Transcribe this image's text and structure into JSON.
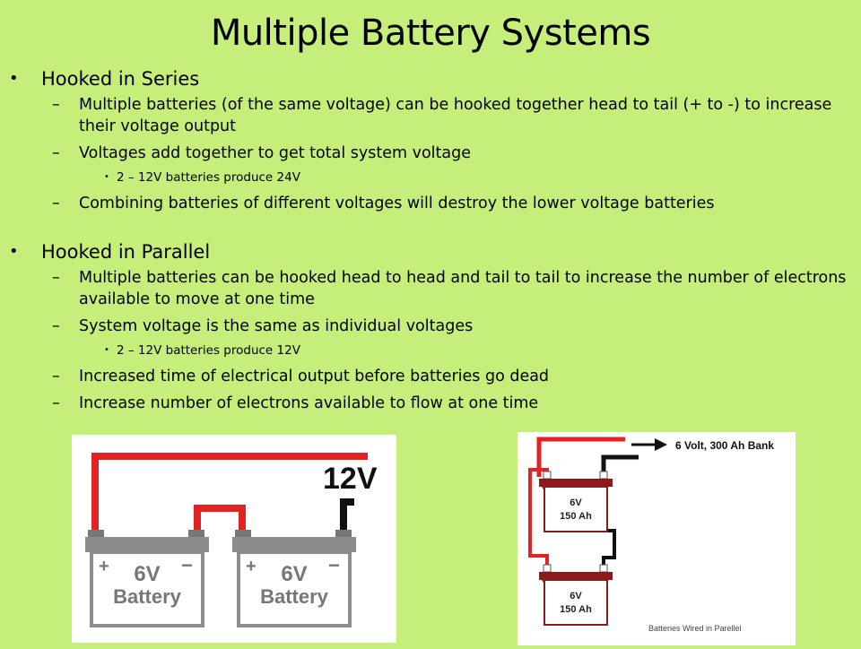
{
  "slide": {
    "title": "Multiple Battery Systems"
  },
  "series": {
    "heading": "Hooked in Series",
    "items": [
      "Multiple batteries (of the same voltage) can be hooked together head to tail (+ to -) to increase their voltage output",
      "Voltages add together to get total system voltage"
    ],
    "sub_item": "2 – 12V batteries produce 24V",
    "last_item": "Combining batteries of different voltages will destroy the lower voltage batteries"
  },
  "parallel": {
    "heading": "Hooked in Parallel",
    "items": [
      "Multiple batteries can be hooked head to head and tail to tail to increase the number of electrons available to move at one time",
      "System voltage is the same as individual voltages"
    ],
    "sub_item": "2 – 12V batteries produce 12V",
    "last_items": [
      "Increased time of electrical output before batteries go dead",
      "Increase number of electrons available to flow at one time"
    ]
  },
  "series_diagram": {
    "output_label": "12V",
    "battery1": {
      "voltage": "6V",
      "name": "Battery",
      "plus": "+",
      "minus": "−"
    },
    "battery2": {
      "voltage": "6V",
      "name": "Battery",
      "plus": "+",
      "minus": "−"
    },
    "colors": {
      "positive_wire": "#e32222",
      "negative_wire": "#111111",
      "battery_top": "#8c8c8c"
    }
  },
  "parallel_diagram": {
    "bank_label": "6 Volt, 300 Ah Bank",
    "caption": "Batteries Wired in Parellel",
    "battery1": {
      "voltage": "6V",
      "capacity": "150 Ah",
      "plus": "+",
      "minus": "-"
    },
    "battery2": {
      "voltage": "6V",
      "capacity": "150 Ah",
      "plus": "+",
      "minus": "-"
    },
    "colors": {
      "positive_wire": "#e32222",
      "negative_wire": "#111111",
      "battery_top": "#8b1a1a"
    }
  },
  "colors": {
    "background": "#c6ee7a"
  }
}
